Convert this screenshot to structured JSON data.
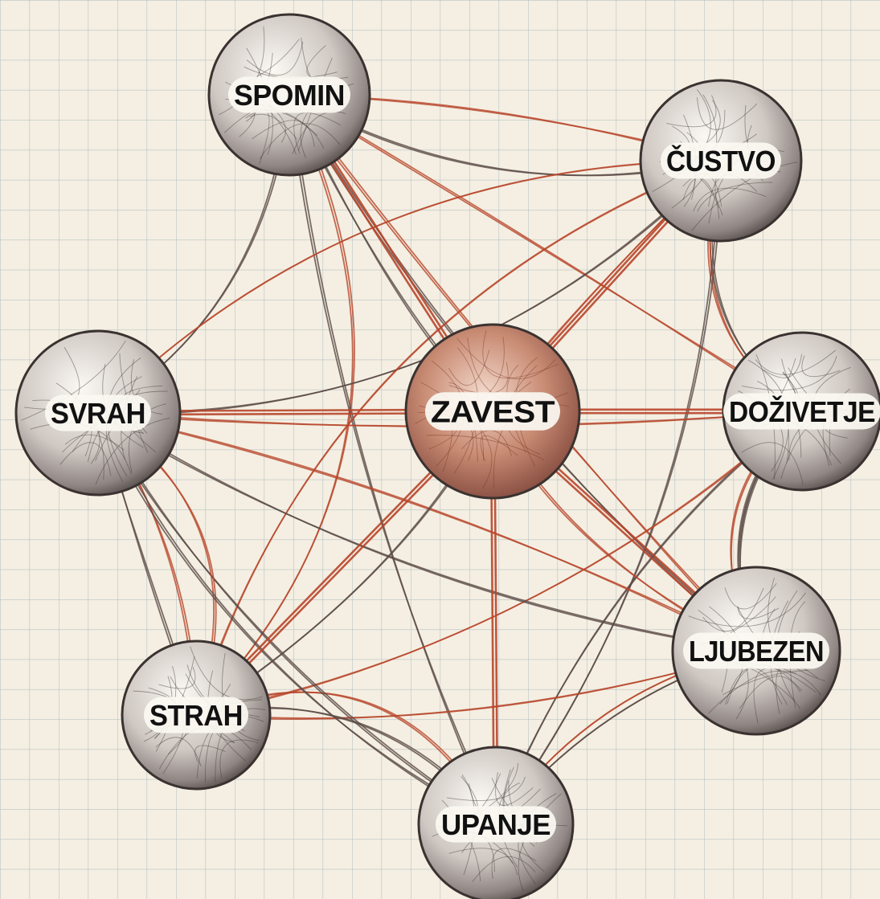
{
  "colors": {
    "paper": "#f4efe2",
    "grid": "#b9c2c6",
    "edge_red": "#b8462c",
    "edge_dark": "#5a4a46",
    "node_fill_light": "#f7f3ee",
    "node_fill_dark": "#6f6766",
    "center_fill": "#c0806a",
    "label_bg": "#fbf8f2"
  },
  "nodes": [
    {
      "id": "center",
      "label": "ZAVEST",
      "icon": "tangled-sphere-icon"
    },
    {
      "id": "spomin",
      "label": "SPOMIN",
      "icon": "tangled-sphere-icon"
    },
    {
      "id": "custvo",
      "label": "ČUSTVO",
      "icon": "tangled-sphere-icon"
    },
    {
      "id": "doziv",
      "label": "DOŽIVETJE",
      "icon": "tangled-sphere-icon"
    },
    {
      "id": "ljub",
      "label": "LJUBEZEN",
      "icon": "tangled-sphere-icon"
    },
    {
      "id": "upanje",
      "label": "UPANJE",
      "icon": "tangled-sphere-icon"
    },
    {
      "id": "strah",
      "label": "STRAH",
      "icon": "tangled-sphere-icon"
    },
    {
      "id": "svrah",
      "label": "SVRAH",
      "icon": "tangled-sphere-icon"
    }
  ],
  "spokes": [
    "spomin",
    "custvo",
    "doziv",
    "ljub",
    "upanje",
    "strah",
    "svrah"
  ],
  "links": [
    [
      "spomin",
      "custvo"
    ],
    [
      "spomin",
      "custvo"
    ],
    [
      "spomin",
      "svrah"
    ],
    [
      "spomin",
      "strah"
    ],
    [
      "spomin",
      "ljub"
    ],
    [
      "spomin",
      "doziv"
    ],
    [
      "spomin",
      "upanje"
    ],
    [
      "spomin",
      "ljub"
    ],
    [
      "custvo",
      "doziv"
    ],
    [
      "custvo",
      "doziv"
    ],
    [
      "custvo",
      "svrah"
    ],
    [
      "custvo",
      "strah"
    ],
    [
      "custvo",
      "upanje"
    ],
    [
      "custvo",
      "svrah"
    ],
    [
      "doziv",
      "ljub"
    ],
    [
      "doziv",
      "ljub"
    ],
    [
      "doziv",
      "ljub"
    ],
    [
      "doziv",
      "svrah"
    ],
    [
      "doziv",
      "upanje"
    ],
    [
      "doziv",
      "strah"
    ],
    [
      "ljub",
      "upanje"
    ],
    [
      "ljub",
      "strah"
    ],
    [
      "ljub",
      "svrah"
    ],
    [
      "ljub",
      "upanje"
    ],
    [
      "upanje",
      "strah"
    ],
    [
      "upanje",
      "strah"
    ],
    [
      "upanje",
      "svrah"
    ],
    [
      "strah",
      "svrah"
    ],
    [
      "strah",
      "svrah"
    ],
    [
      "strah",
      "svrah"
    ],
    [
      "svrah",
      "upanje"
    ],
    [
      "svrah",
      "ljub"
    ],
    [
      "center",
      "spomin"
    ],
    [
      "center",
      "custvo"
    ],
    [
      "center",
      "strah"
    ],
    [
      "center",
      "ljub"
    ]
  ]
}
